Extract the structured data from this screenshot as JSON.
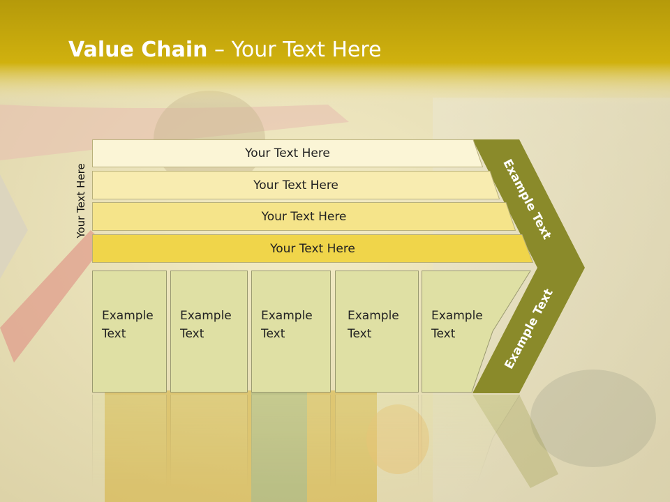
{
  "title": {
    "bold": "Value Chain",
    "rest": " – Your Text Here"
  },
  "side_label": "Your Text Here",
  "rows": [
    {
      "label": "Your Text Here",
      "fill": "#fbf5d6"
    },
    {
      "label": "Your Text Here",
      "fill": "#f8ecb0"
    },
    {
      "label": "Your Text Here",
      "fill": "#f5e48a"
    },
    {
      "label": "Your Text Here",
      "fill": "#f0d54a"
    }
  ],
  "boxes": [
    {
      "line1": "Example",
      "line2": "Text"
    },
    {
      "line1": "Example",
      "line2": "Text"
    },
    {
      "line1": "Example",
      "line2": "Text"
    },
    {
      "line1": "Example",
      "line2": "Text"
    },
    {
      "line1": "Example",
      "line2": "Text"
    }
  ],
  "chevron": {
    "top_text": "Example Text",
    "bottom_text": "Example Text",
    "color": "#8a8a2a"
  },
  "colors": {
    "header_gold": "#c9ab0a",
    "box_fill": "#dfe0a4",
    "box_stroke": "#9a9a70"
  }
}
